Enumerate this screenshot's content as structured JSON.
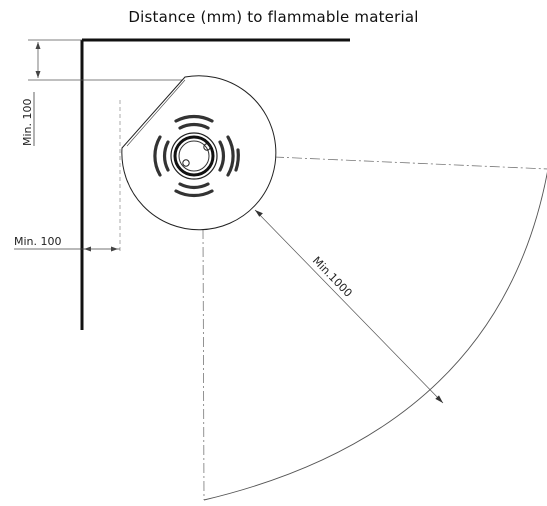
{
  "title": "Distance (mm) to flammable material",
  "dimensions": {
    "top_clearance": "Min. 100",
    "side_clearance": "Min. 100",
    "front_radius": "Min.1000"
  },
  "colors": {
    "wall": "#111111",
    "line": "#333333",
    "dash": "#777777"
  }
}
